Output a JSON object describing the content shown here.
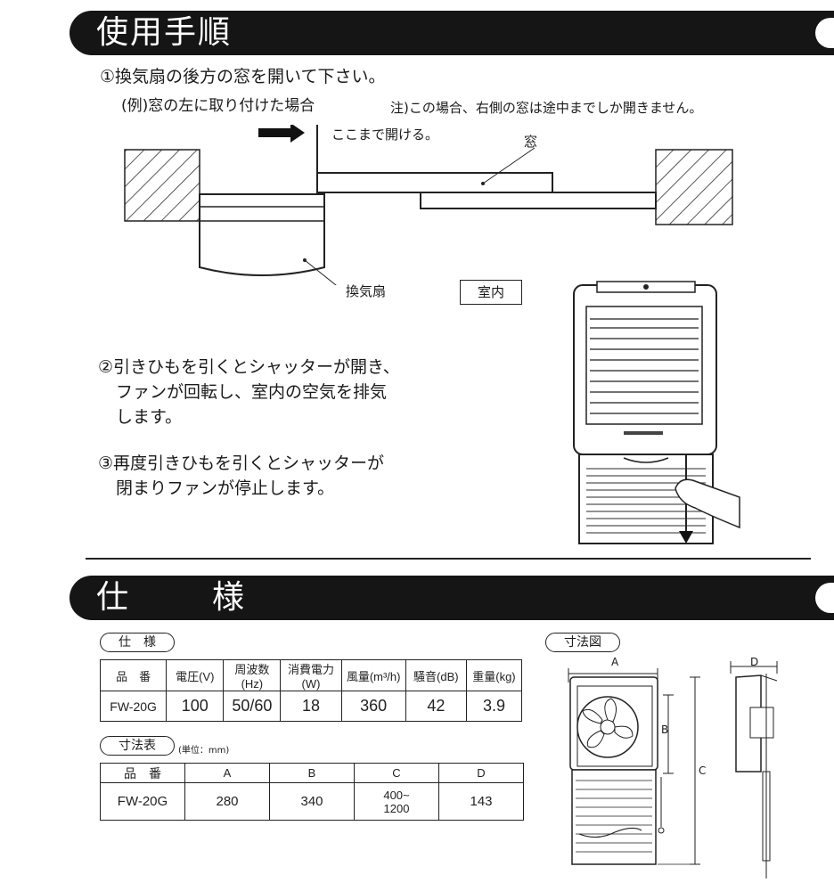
{
  "usage": {
    "banner_title": "使用手順",
    "step1": "①換気扇の後方の窓を開いて下さい。",
    "example": "(例)窓の左に取り付けた場合",
    "note": "注)この場合、右側の窓は途中までしか開きません。",
    "open_here": "ここまで開ける。",
    "window_label": "窓",
    "fan_label": "換気扇",
    "indoor_label": "室内",
    "step2_line1": "②引きひもを引くとシャッターが開き、",
    "step2_line2": "ファンが回転し、室内の空気を排気",
    "step2_line3": "します。",
    "step3_line1": "③再度引きひもを引くとシャッターが",
    "step3_line2": "閉まりファンが停止します。"
  },
  "spec": {
    "banner_title_1": "仕",
    "banner_title_2": "様",
    "table_caption": "仕　様",
    "headers": [
      "品　番",
      "電圧(V)",
      "周波数(Hz)",
      "消費電力(W)",
      "風量(m³/h)",
      "騒音(dB)",
      "重量(kg)"
    ],
    "row": [
      "FW-20G",
      "100",
      "50/60",
      "18",
      "360",
      "42",
      "3.9"
    ]
  },
  "dimensions": {
    "table_caption": "寸法表",
    "unit_note": "(単位：mm)",
    "headers": [
      "品　番",
      "A",
      "B",
      "C",
      "D"
    ],
    "row": [
      "FW-20G",
      "280",
      "340",
      "400~1200",
      "143"
    ],
    "c_line1": "400~",
    "c_line2": "1200",
    "diagram_caption": "寸法図",
    "label_a": "A",
    "label_b": "B",
    "label_c": "C",
    "label_d": "D"
  }
}
